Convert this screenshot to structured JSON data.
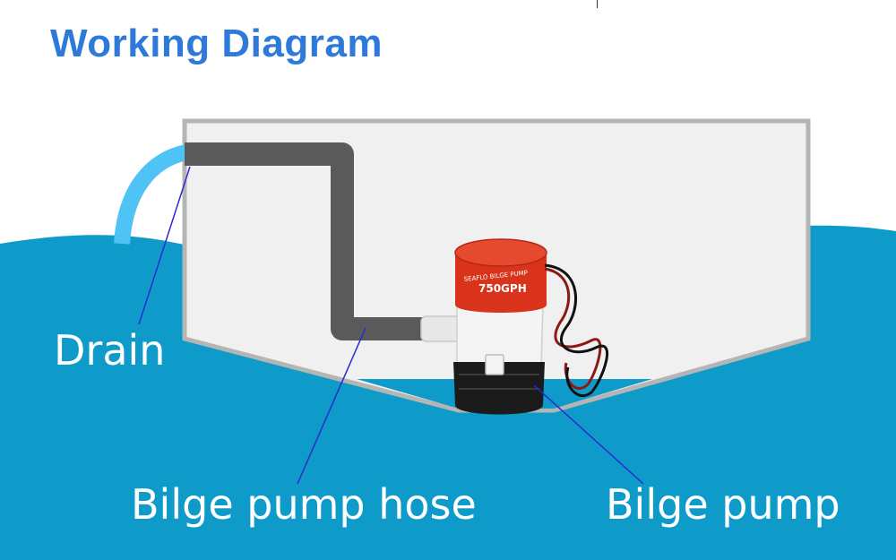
{
  "header": {
    "title": "Working Diagram"
  },
  "labels": {
    "drain": "Drain",
    "hose": "Bilge pump hose",
    "pump": "Bilge pump"
  },
  "pump_text": {
    "brand": "SEAFLO BILGE PUMP",
    "model": "750GPH"
  },
  "colors": {
    "title": "#2f7ad8",
    "water": "#0f9bc9",
    "hull_fill": "#f0f0f0",
    "hull_outline": "#b5b5b5",
    "hose": "#5a5a5a",
    "drain_spout": "#4fc3f5",
    "pump_cap": "#d9331b",
    "leader_line": "#2a2ad0"
  }
}
